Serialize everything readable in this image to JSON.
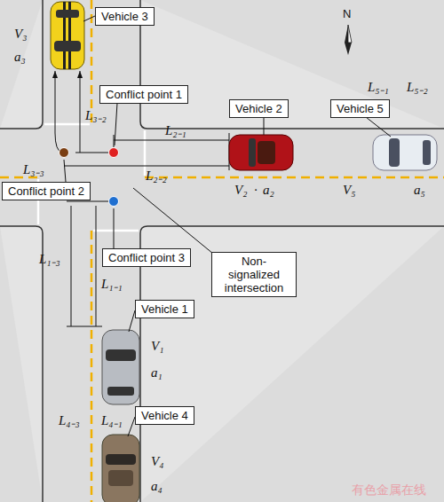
{
  "diagram": {
    "nodes": [
      {
        "text": [
          "Vehicle 3"
        ]
      },
      {
        "text": [
          "Conflict point 1"
        ]
      },
      {
        "text": [
          "Vehicle 2"
        ]
      },
      {
        "text": [
          "Vehicle 5"
        ]
      },
      {
        "text": [
          "Conflict point 2"
        ]
      },
      {
        "text": [
          "Conflict point 3"
        ]
      },
      {
        "text": [
          "Non-signalized intersection"
        ]
      },
      {
        "text": [
          "Vehicle 1"
        ]
      },
      {
        "text": [
          "Vehicle 4"
        ]
      }
    ],
    "labels": [
      "V₃",
      "a₃",
      "N",
      "L₅₋₁",
      "L₅₋₂",
      "L₃₋₂",
      "L₂₋₁",
      "L₃₋₃",
      "L₂₋₂",
      "V₂",
      "·",
      "a₂",
      "V₅",
      "a₅",
      "L₁₋₃",
      "L₁₋₁",
      "V₁",
      "a₁",
      "L₄₋₃",
      "L₄₋₁",
      "V₄",
      "a₄",
      "有色金属在线"
    ]
  }
}
